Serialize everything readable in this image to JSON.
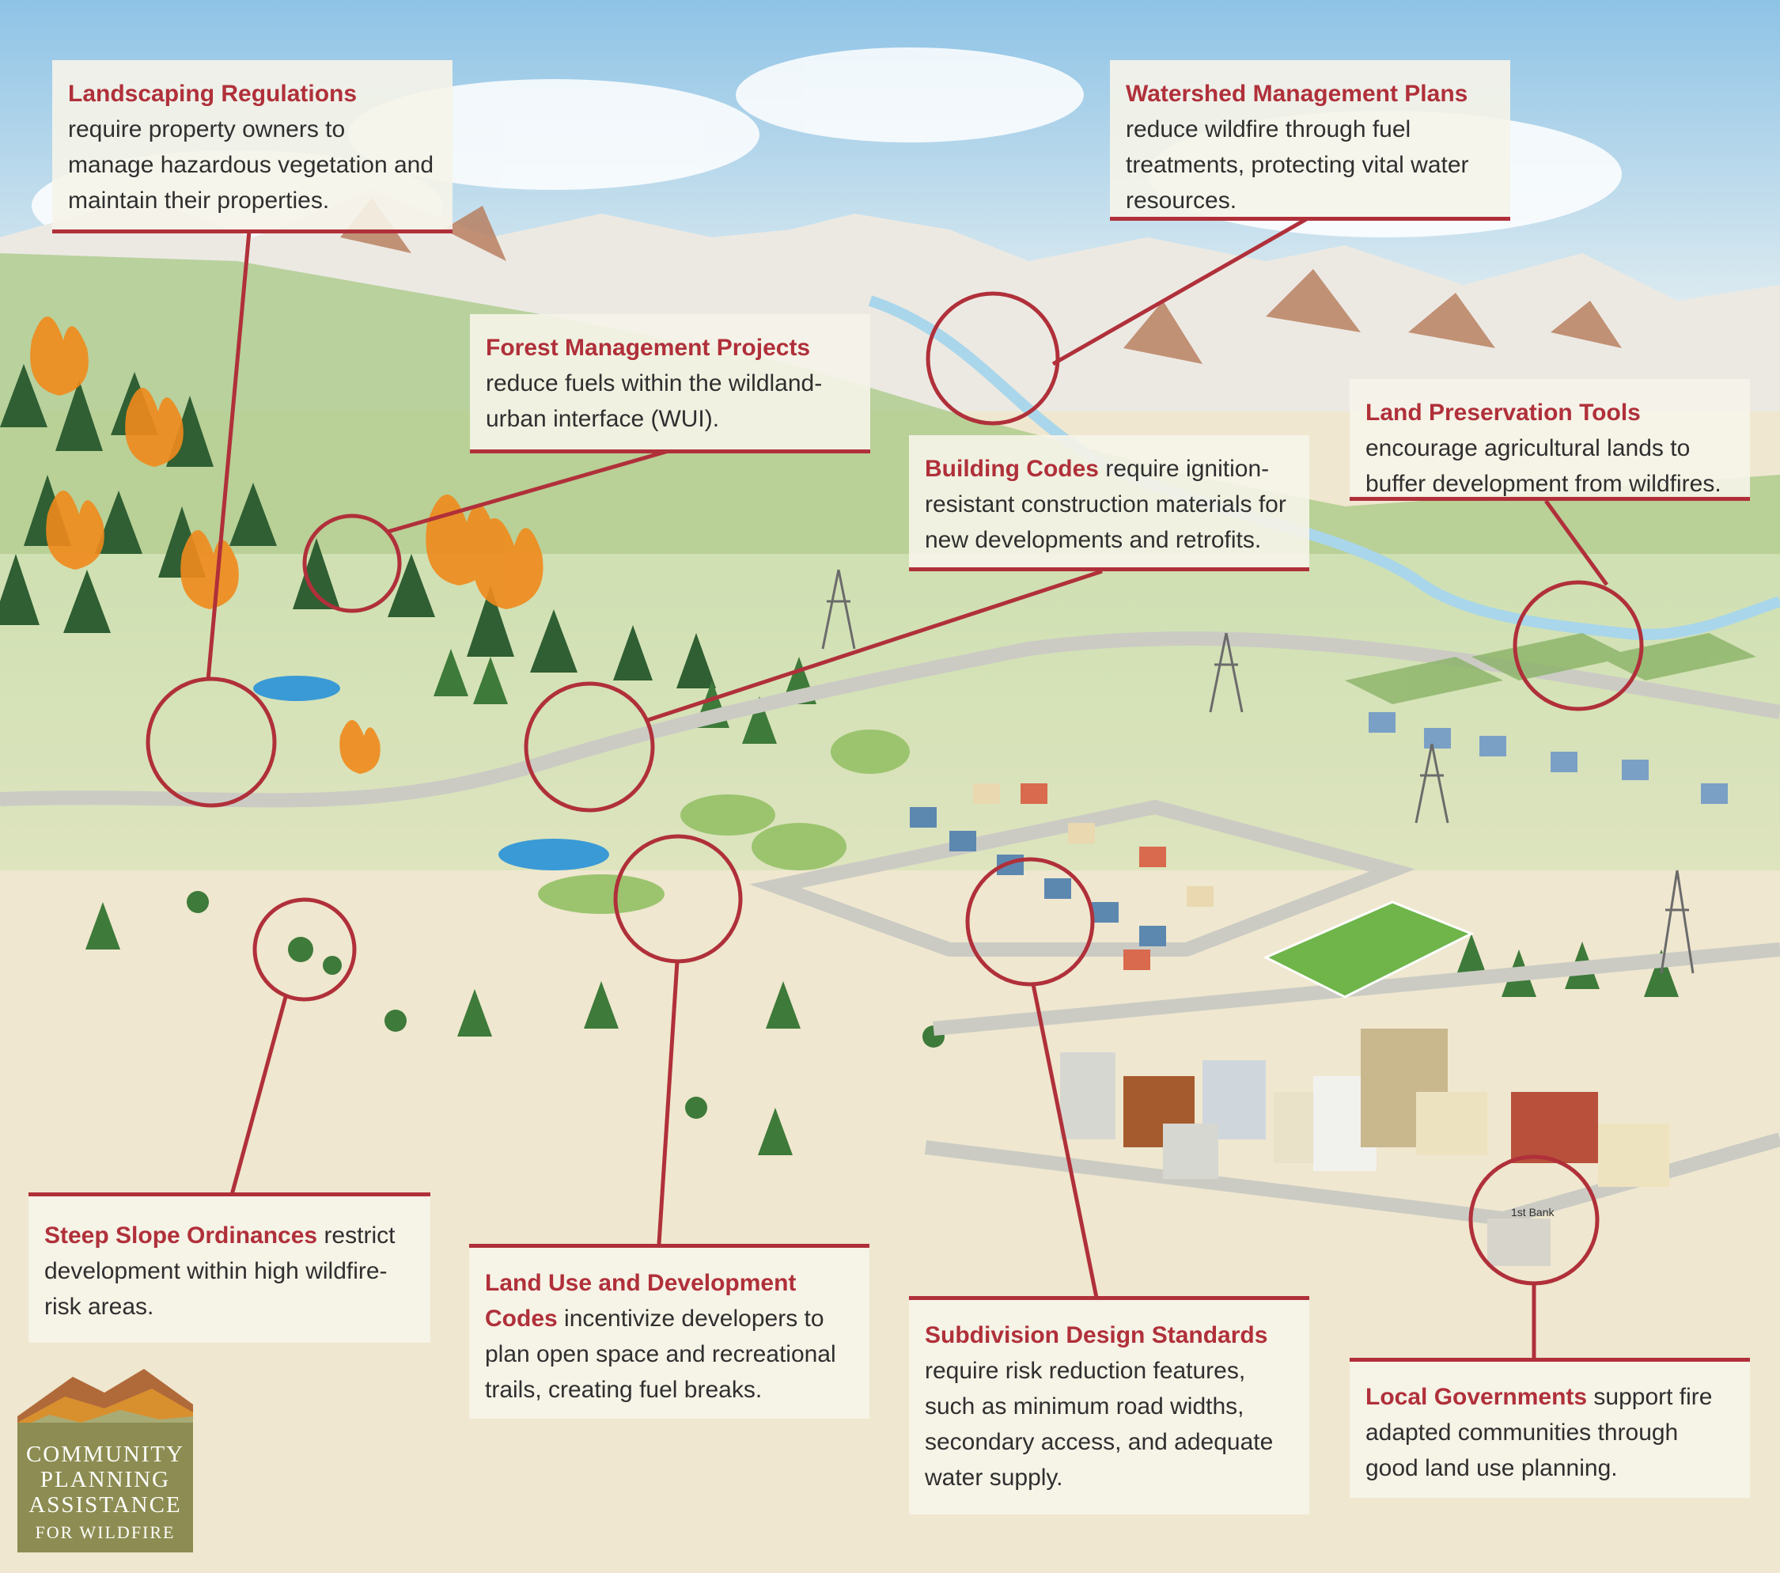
{
  "colors": {
    "accent": "#b0303a",
    "callout_bg": "#f6f4e9",
    "logo_olive": "#8d8d53"
  },
  "callouts": {
    "landscaping": {
      "title": "Landscaping Regulations",
      "body": " require property owners to manage hazardous vegetation and maintain their properties."
    },
    "watershed": {
      "title": "Watershed Management Plans",
      "body": " reduce wildfire through fuel treatments, protecting vital water resources."
    },
    "forest": {
      "title": "Forest Management Projects",
      "body": " reduce fuels within the wildland-urban interface (WUI)."
    },
    "building": {
      "title": "Building Codes",
      "body": " require ignition-resistant construction materials for new developments and retrofits."
    },
    "land_preservation": {
      "title": "Land Preservation Tools",
      "body": " encourage agricultural lands to buffer development from wildfires."
    },
    "steep_slope": {
      "title": "Steep Slope Ordinances",
      "body": " restrict development within high wildfire-risk areas."
    },
    "land_use": {
      "title": "Land Use and Development Codes",
      "body": " incentivize developers to plan open space and recreational trails, creating fuel breaks."
    },
    "subdivision": {
      "title": "Subdivision Design Standards",
      "body": " require risk reduction features, such as minimum road widths, secondary access, and adequate water supply."
    },
    "local_gov": {
      "title": "Local Governments",
      "body": " support fire adapted communities through good land use planning."
    }
  },
  "logo": {
    "line1": "COMMUNITY",
    "line2": "PLANNING",
    "line3": "ASSISTANCE",
    "line4": "FOR WILDFIRE"
  },
  "scene_labels": {
    "bank_sign": "1st Bank"
  }
}
